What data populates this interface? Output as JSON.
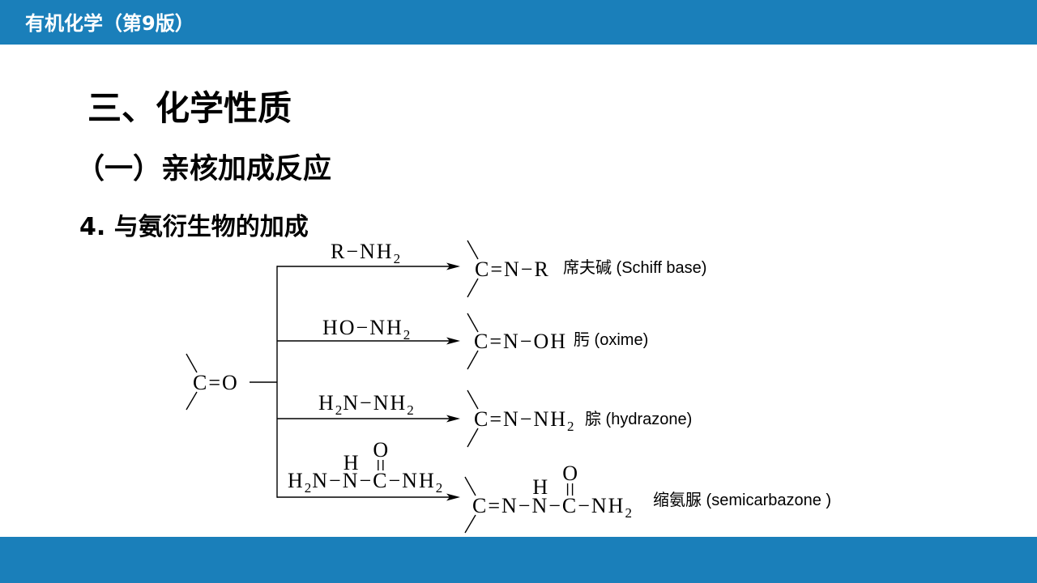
{
  "colors": {
    "bar": "#1a7fba",
    "header_text": "#ffffff"
  },
  "header": {
    "title": "有机化学（第9版）"
  },
  "slide": {
    "heading": "三、化学性质",
    "subheading": "（一）亲核加成反应",
    "section": "4. 与氨衍生物的加成"
  },
  "diagram": {
    "reactant": "C=O",
    "branches": [
      {
        "reagent": [
          "R−NH",
          "2"
        ],
        "product": [
          "C=N−R"
        ],
        "name": "席夫碱 (Schiff base)"
      },
      {
        "reagent": [
          "HO−NH",
          "2"
        ],
        "product": [
          "C=N−OH"
        ],
        "name": "肟 (oxime)"
      },
      {
        "reagent": [
          "H",
          "2",
          "N−NH",
          "2"
        ],
        "product": [
          "C=N−NH",
          "2"
        ],
        "name": "腙 (hydrazone)"
      },
      {
        "reagent": [
          "H",
          "2",
          "N−N−C−NH",
          "2"
        ],
        "reagent_n_substituent": "H",
        "reagent_carbonyl_oxygen": "O",
        "product": [
          "C=N−N−C−NH",
          "2"
        ],
        "product_n_substituent": "H",
        "product_carbonyl_oxygen": "O",
        "name": "缩氨脲 (semicarbazone )"
      }
    ]
  }
}
